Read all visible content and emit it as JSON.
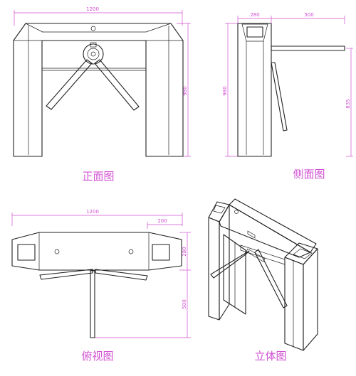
{
  "views": {
    "front": {
      "caption": "正面图",
      "dim_width": "1200",
      "dim_height": "980"
    },
    "side": {
      "caption": "侧面图",
      "dim_depth": "280",
      "dim_arm": "500",
      "dim_height": "980",
      "dim_arm_height": "835"
    },
    "top": {
      "caption": "俯视图",
      "dim_width": "1200",
      "dim_box": "200",
      "dim_depth": "280",
      "dim_arm": "500"
    },
    "iso": {
      "caption": "立体图"
    }
  },
  "colors": {
    "dimension": "#d14fd1",
    "line": "#222222"
  }
}
